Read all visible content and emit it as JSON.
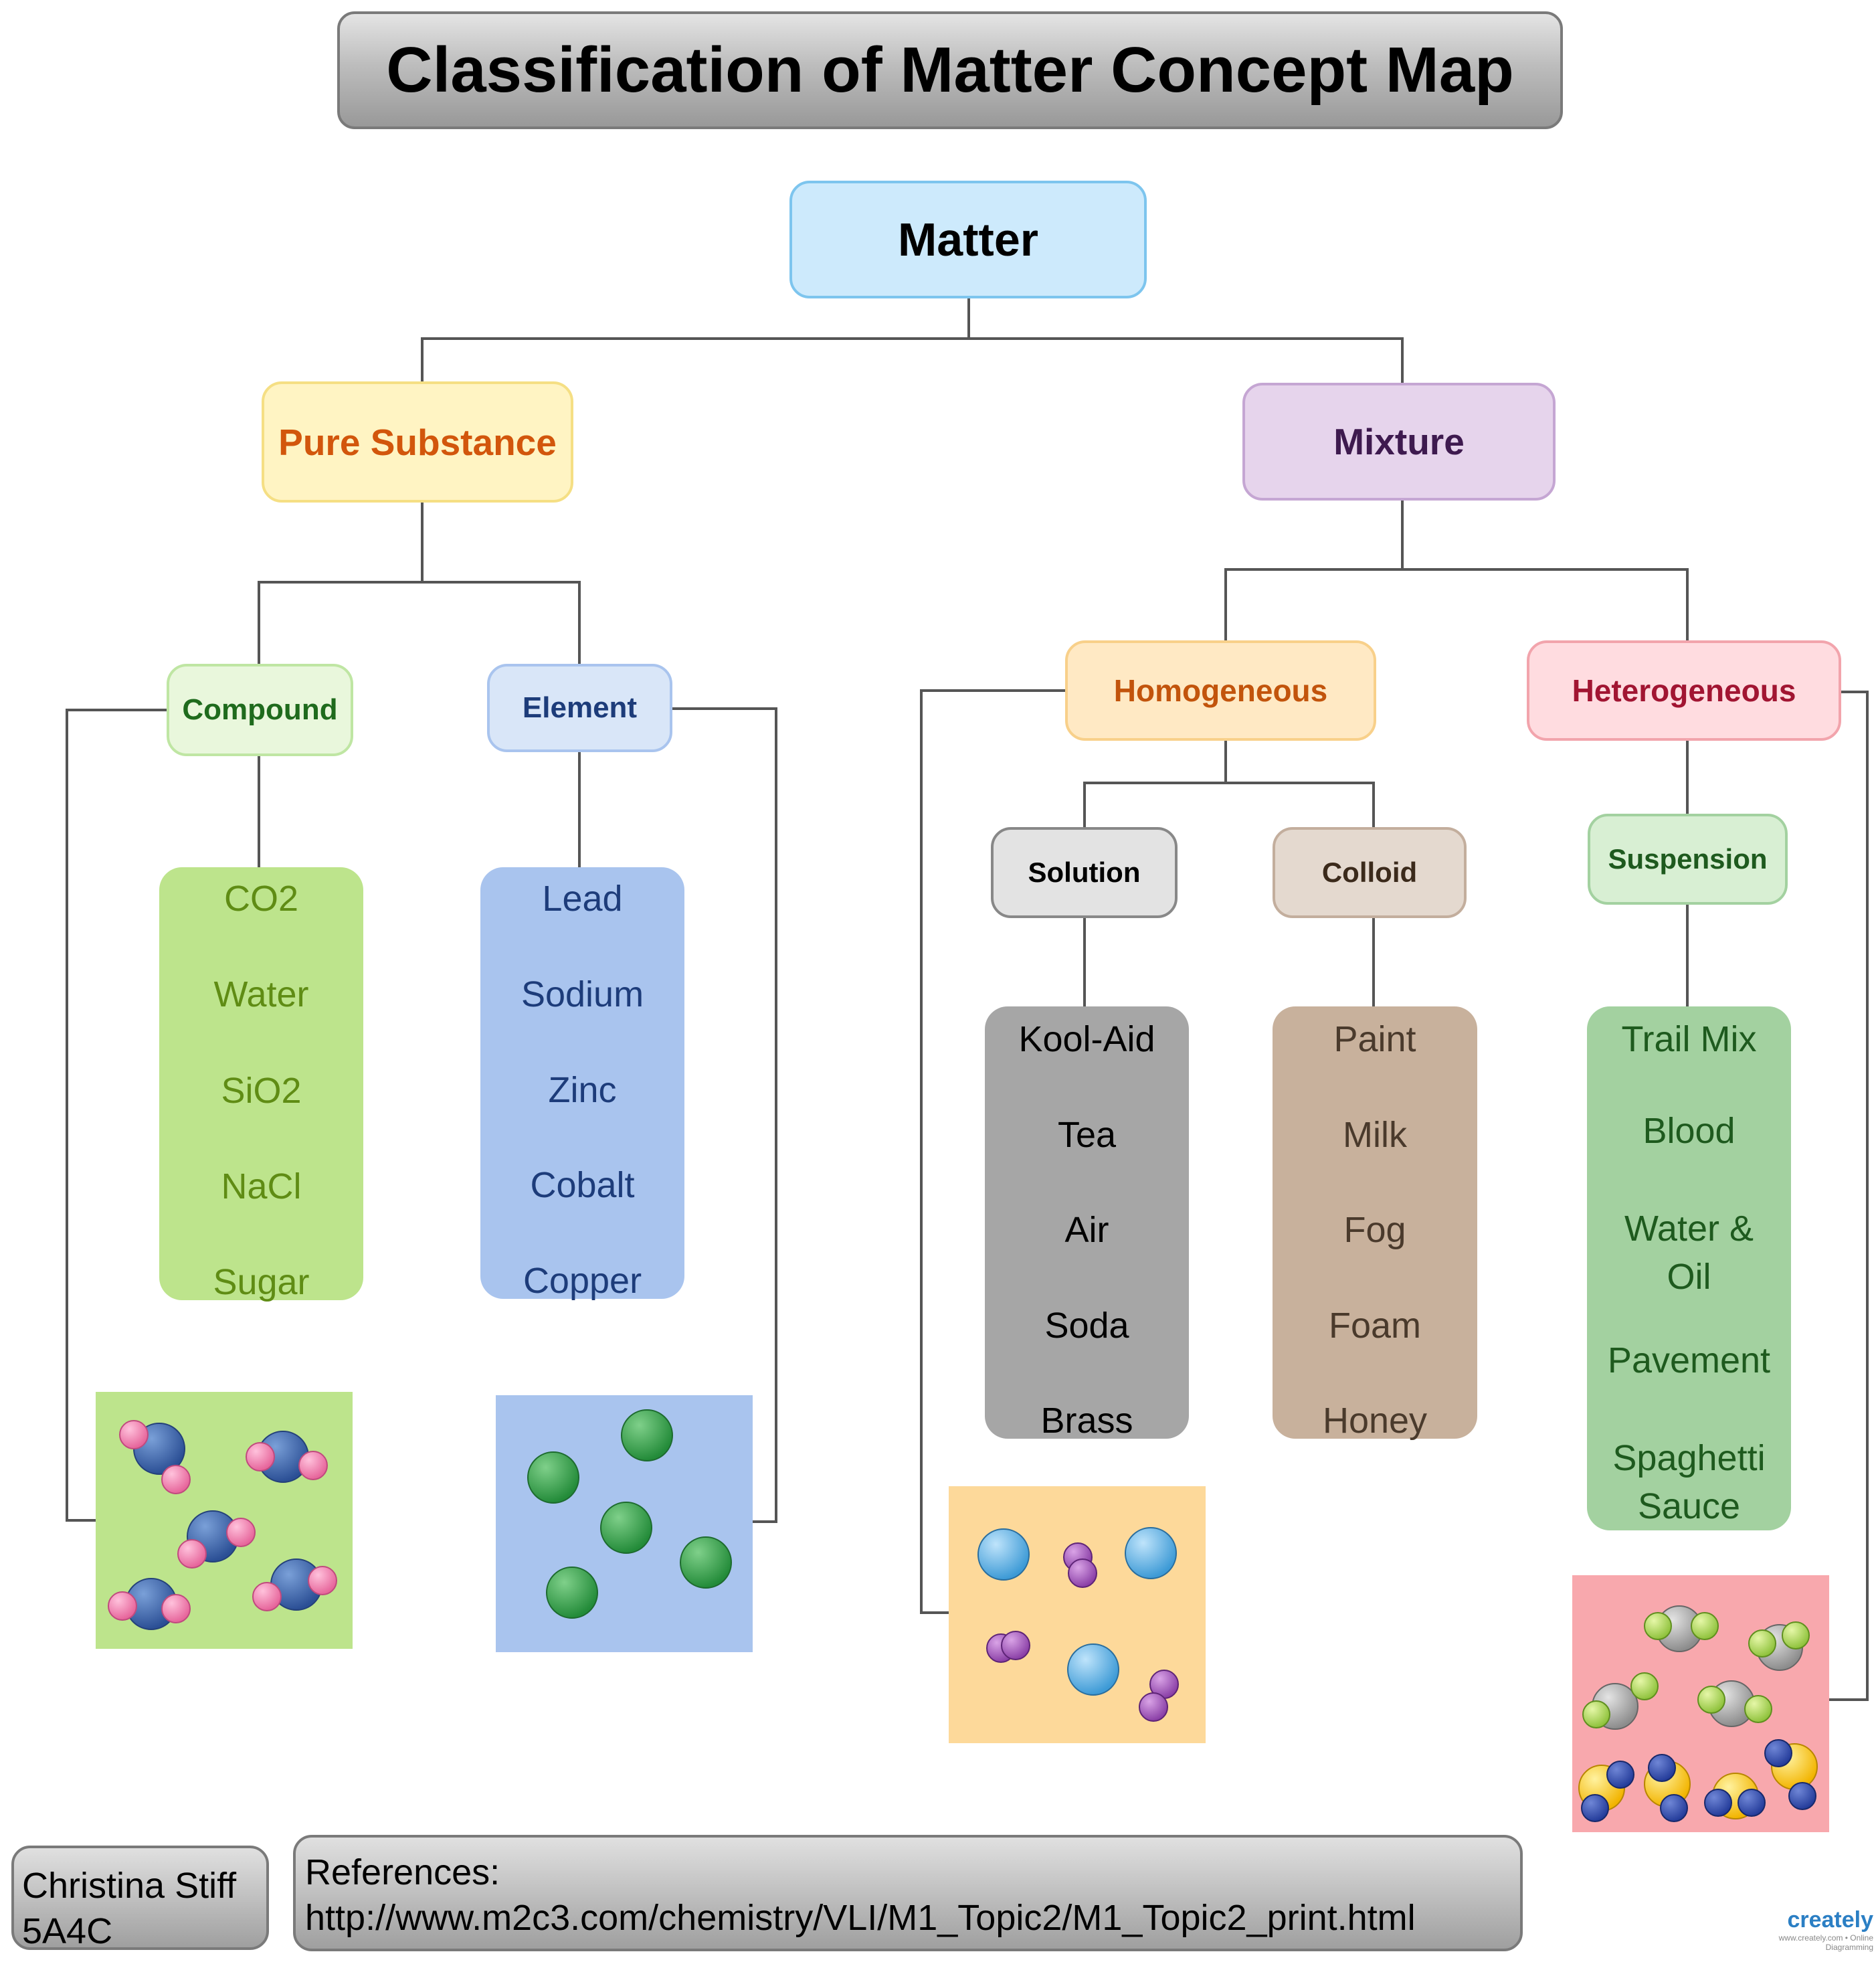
{
  "title": "Classification of Matter Concept Map",
  "root": "Matter",
  "branches": {
    "pure_substance": "Pure Substance",
    "mixture": "Mixture"
  },
  "pure": {
    "compound": {
      "label": "Compound",
      "examples": [
        "CO2",
        "Water",
        "SiO2",
        "NaCl",
        "Sugar"
      ]
    },
    "element": {
      "label": "Element",
      "examples": [
        "Lead",
        "Sodium",
        "Zinc",
        "Cobalt",
        "Copper"
      ]
    }
  },
  "mixture": {
    "homogeneous": {
      "label": "Homogeneous",
      "solution": {
        "label": "Solution",
        "examples": [
          "Kool-Aid",
          "Tea",
          "Air",
          "Soda",
          "Brass"
        ]
      },
      "colloid": {
        "label": "Colloid",
        "examples": [
          "Paint",
          "Milk",
          "Fog",
          "Foam",
          "Honey"
        ]
      }
    },
    "heterogeneous": {
      "label": "Heterogeneous",
      "suspension": {
        "label": "Suspension",
        "examples": [
          [
            "Trail Mix"
          ],
          [
            "Blood"
          ],
          [
            "Water &",
            "Oil"
          ],
          [
            "Pavement"
          ],
          [
            "Spaghetti",
            "Sauce"
          ]
        ]
      }
    }
  },
  "footer": {
    "author_name": "Christina Stiff",
    "author_class": "5A4C",
    "references_label": "References:",
    "references_url": "http://www.m2c3.com/chemistry/VLI/M1_Topic2/M1_Topic2_print.html"
  },
  "watermark": {
    "brand": "creately",
    "tagline": "www.creately.com • Online Diagramming"
  },
  "colors": {
    "connector": "#555555",
    "compound_list": "#bde48c",
    "element_list": "#a9c4ee",
    "solution_list": "#a6a6a6",
    "colloid_list": "#c8b19c",
    "suspension_list": "#a3d1a0"
  }
}
